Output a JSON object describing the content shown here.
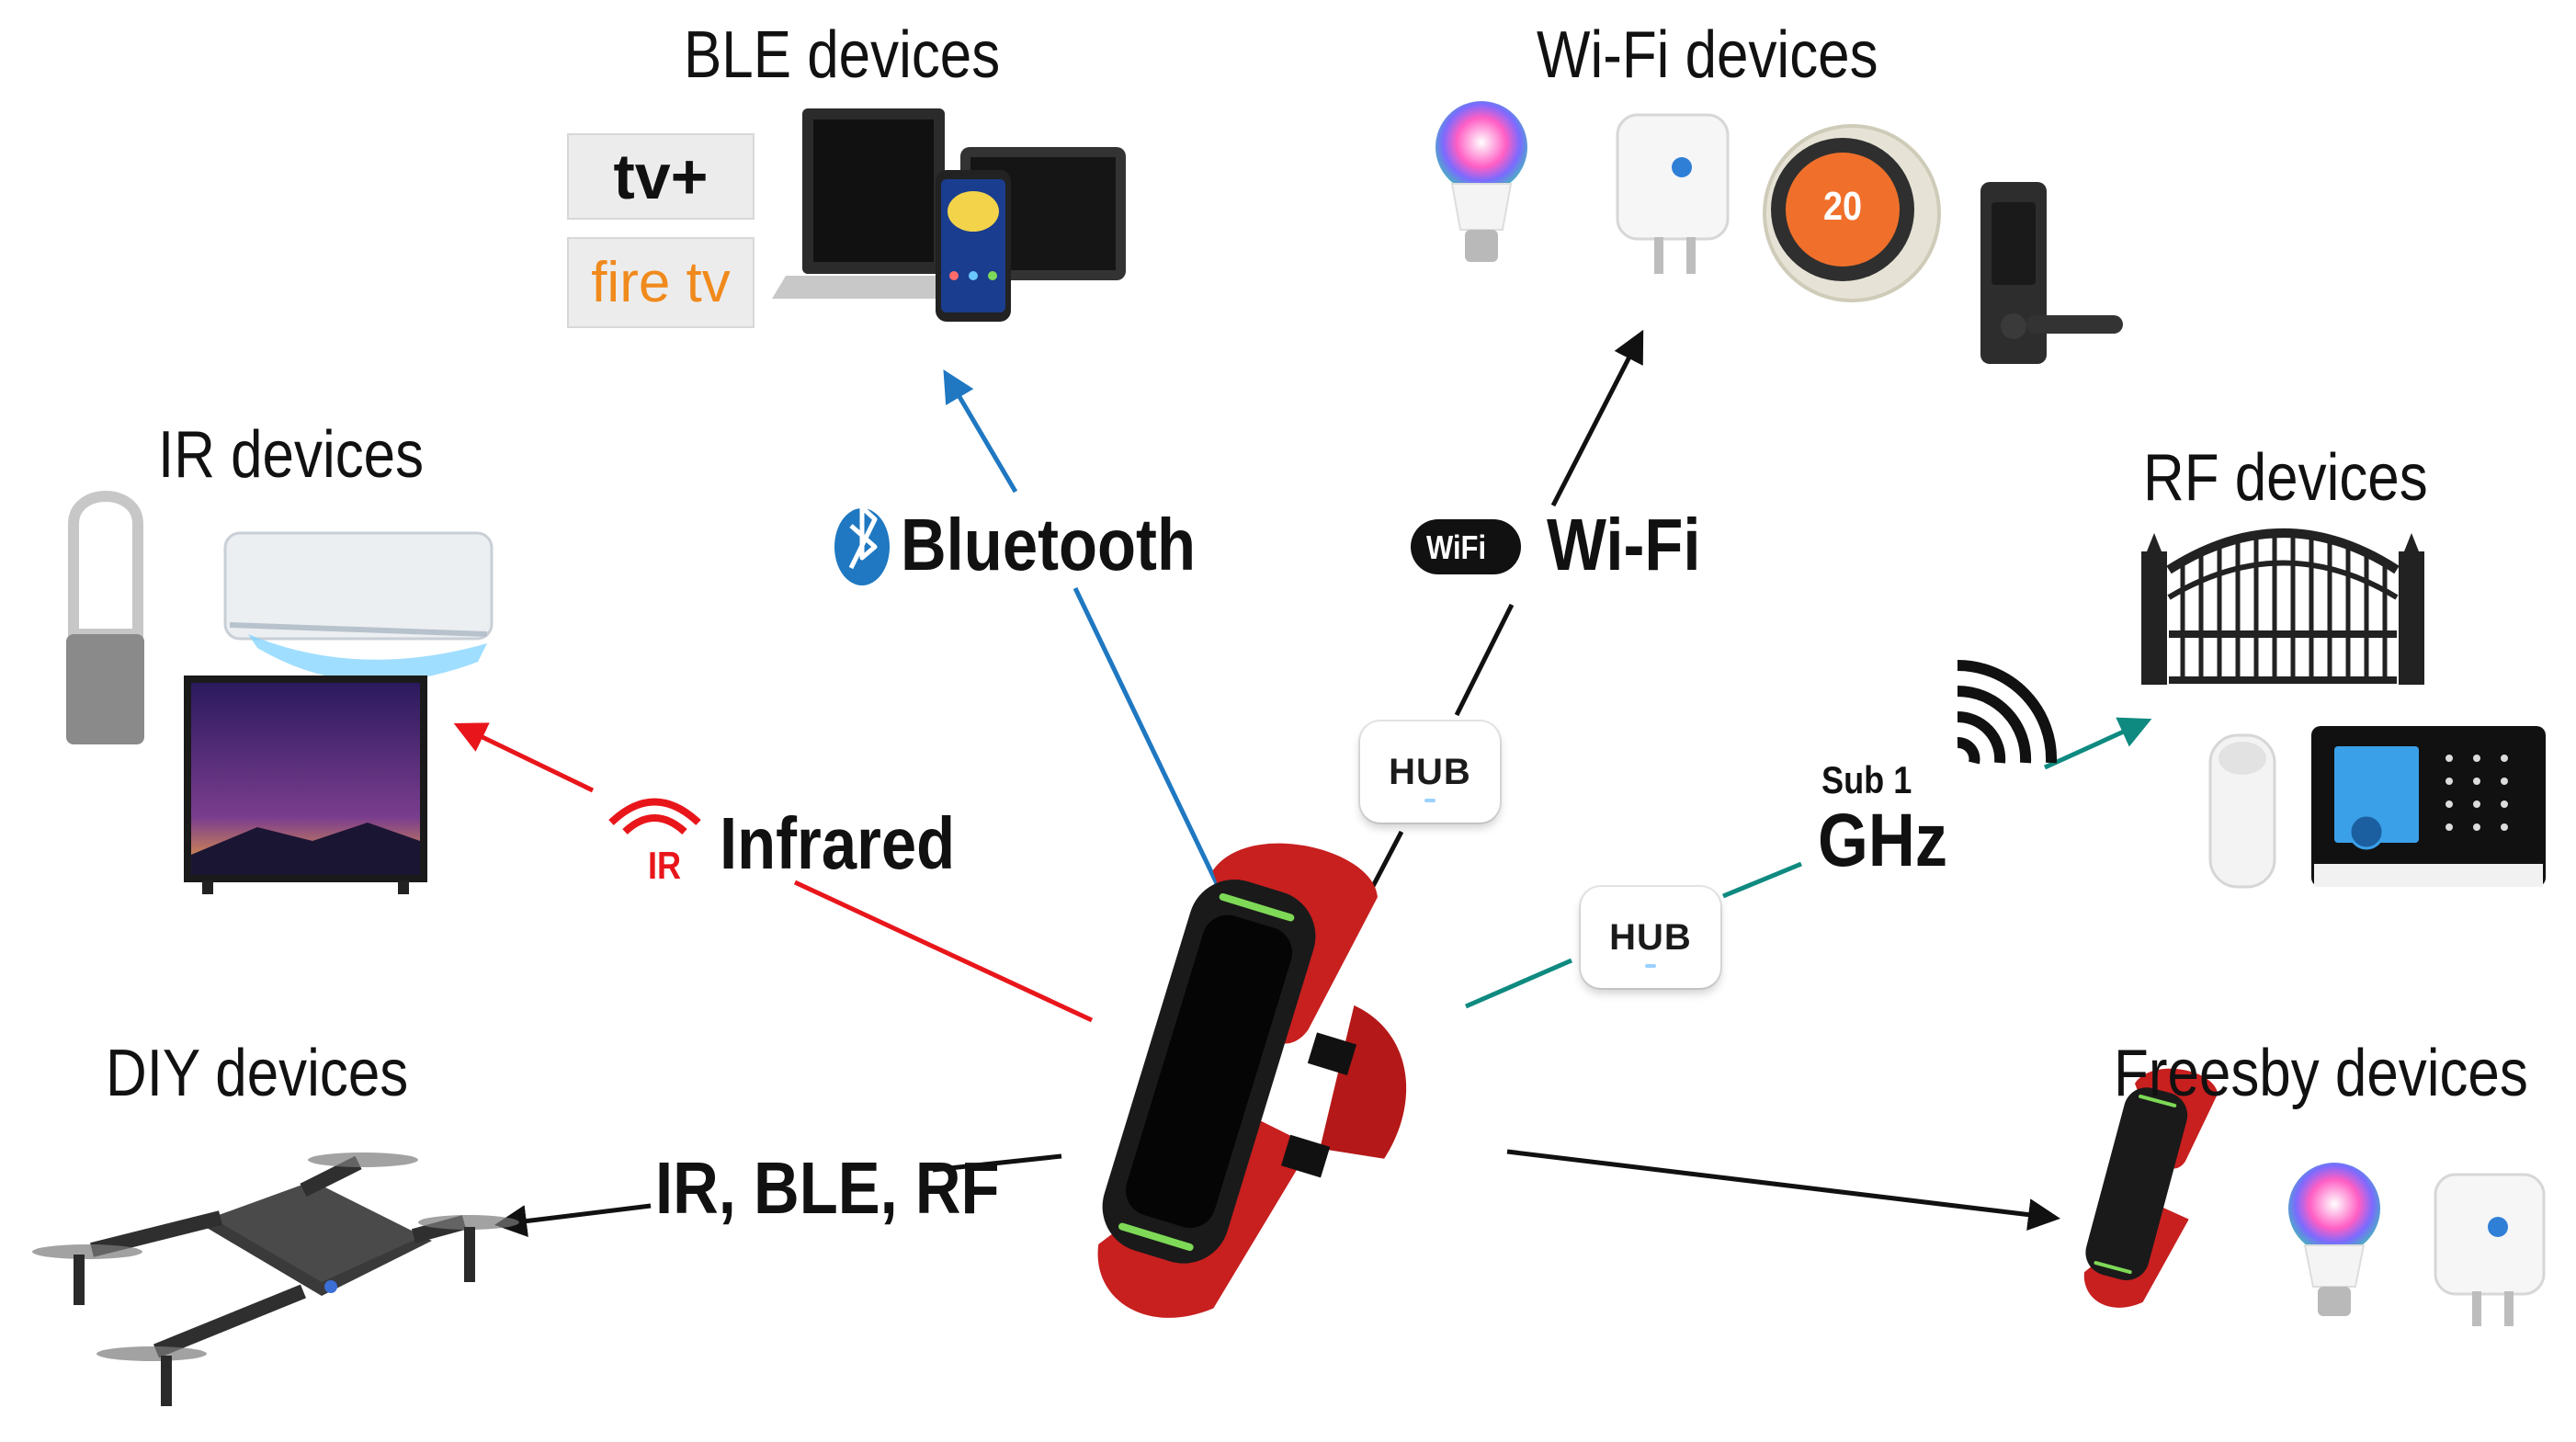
{
  "groups": {
    "ble": "BLE devices",
    "wifi": "Wi-Fi devices",
    "ir": "IR devices",
    "rf": "RF devices",
    "diy": "DIY devices",
    "freesby": "Freesby devices"
  },
  "protocols": {
    "bluetooth": "Bluetooth",
    "wifi": "Wi-Fi",
    "infrared": "Infrared",
    "sub1_top": "Sub 1",
    "sub1_bottom": "GHz",
    "diy": "IR, BLE, RF"
  },
  "hub_label": "HUB",
  "badges": {
    "appletv": "tv+",
    "firetv": "fire tv",
    "ir_badge": "IR",
    "wifi_badge": "WiFi",
    "thermostat": "20"
  },
  "colors": {
    "bluetooth": "#1f78c1",
    "infrared": "#e8161b",
    "rf": "#0f8a80",
    "black": "#111111",
    "band": "#c81f1f"
  }
}
